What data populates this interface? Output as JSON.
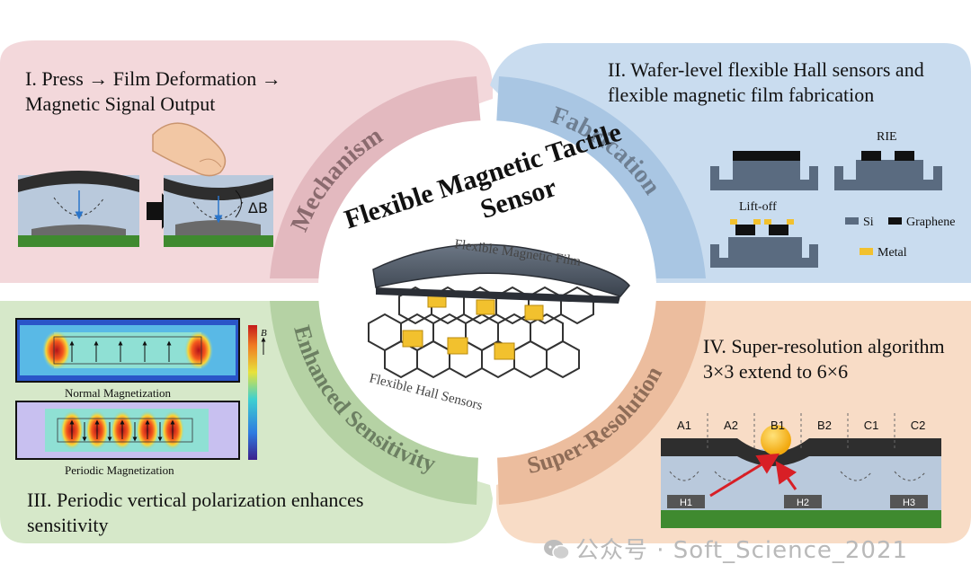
{
  "panels": {
    "mechanism": {
      "heading_line1": "I. Press → Film Deformation →",
      "heading_line2": "Magnetic Signal Output",
      "delta_label": "ΔB",
      "color": "#f3d8db"
    },
    "fabrication": {
      "heading_line1": "II. Wafer-level flexible Hall sensors and",
      "heading_line2": "flexible magnetic film fabrication",
      "rie_label": "RIE",
      "liftoff_label": "Lift-off",
      "legend_si": "Si",
      "legend_graphene": "Graphene",
      "legend_metal": "Metal",
      "color": "#c9dcef"
    },
    "sensitivity": {
      "heading_line1": "III. Periodic vertical polarization enhances",
      "heading_line2": "sensitivity",
      "normal_caption": "Normal Magnetization",
      "periodic_caption": "Periodic Magnetization",
      "colorbar_label": "B",
      "color": "#d6e8c9"
    },
    "superres": {
      "heading_line1": "IV. Super-resolution algorithm",
      "heading_line2": "3×3 extend to 6×6",
      "columns": [
        "A1",
        "A2",
        "B1",
        "B2",
        "C1",
        "C2"
      ],
      "sensors": [
        "H1",
        "H2",
        "H3"
      ],
      "color": "#f8dcc6"
    }
  },
  "center": {
    "title_line1": "Flexible Magnetic Tactile",
    "title_line2": "Sensor",
    "film_label": "Flexible Magnetic Film",
    "hall_label": "Flexible  Hall Sensors"
  },
  "ring": {
    "mechanism": "Mechanism",
    "fabrication": "Fabrication",
    "sensitivity": "Enhanced Sensitivity",
    "superres": "Super-Resolution"
  },
  "watermark": "公众号 · Soft_Science_2021",
  "colors": {
    "si": "#5a6b80",
    "graphene": "#111111",
    "metal": "#f2c12e",
    "film": "#2e2e2e",
    "substrate_green": "#3f8a2f",
    "arrow_red": "#d81f26"
  }
}
